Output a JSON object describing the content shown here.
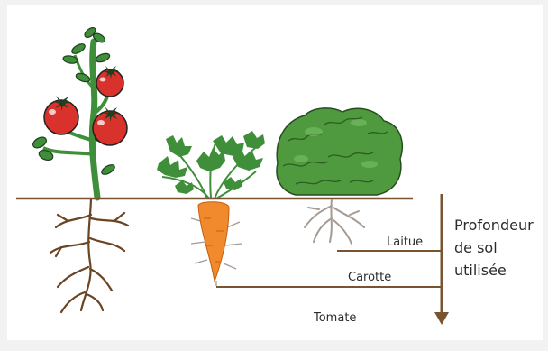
{
  "labels": {
    "laitue": "Laitue",
    "carotte": "Carotte",
    "tomate": "Tomate"
  },
  "axis_label": {
    "line1": "Profondeur",
    "line2": "de sol",
    "line3": "utilisée"
  },
  "colors": {
    "soil_line": "#7a5430",
    "roots": "#6b4423",
    "tomato": "#d9312b",
    "leaf": "#3f8f3a",
    "carrot": "#f08a2c",
    "lettuce": "#4f9a3e",
    "lettuce_roots": "#a59a94"
  }
}
